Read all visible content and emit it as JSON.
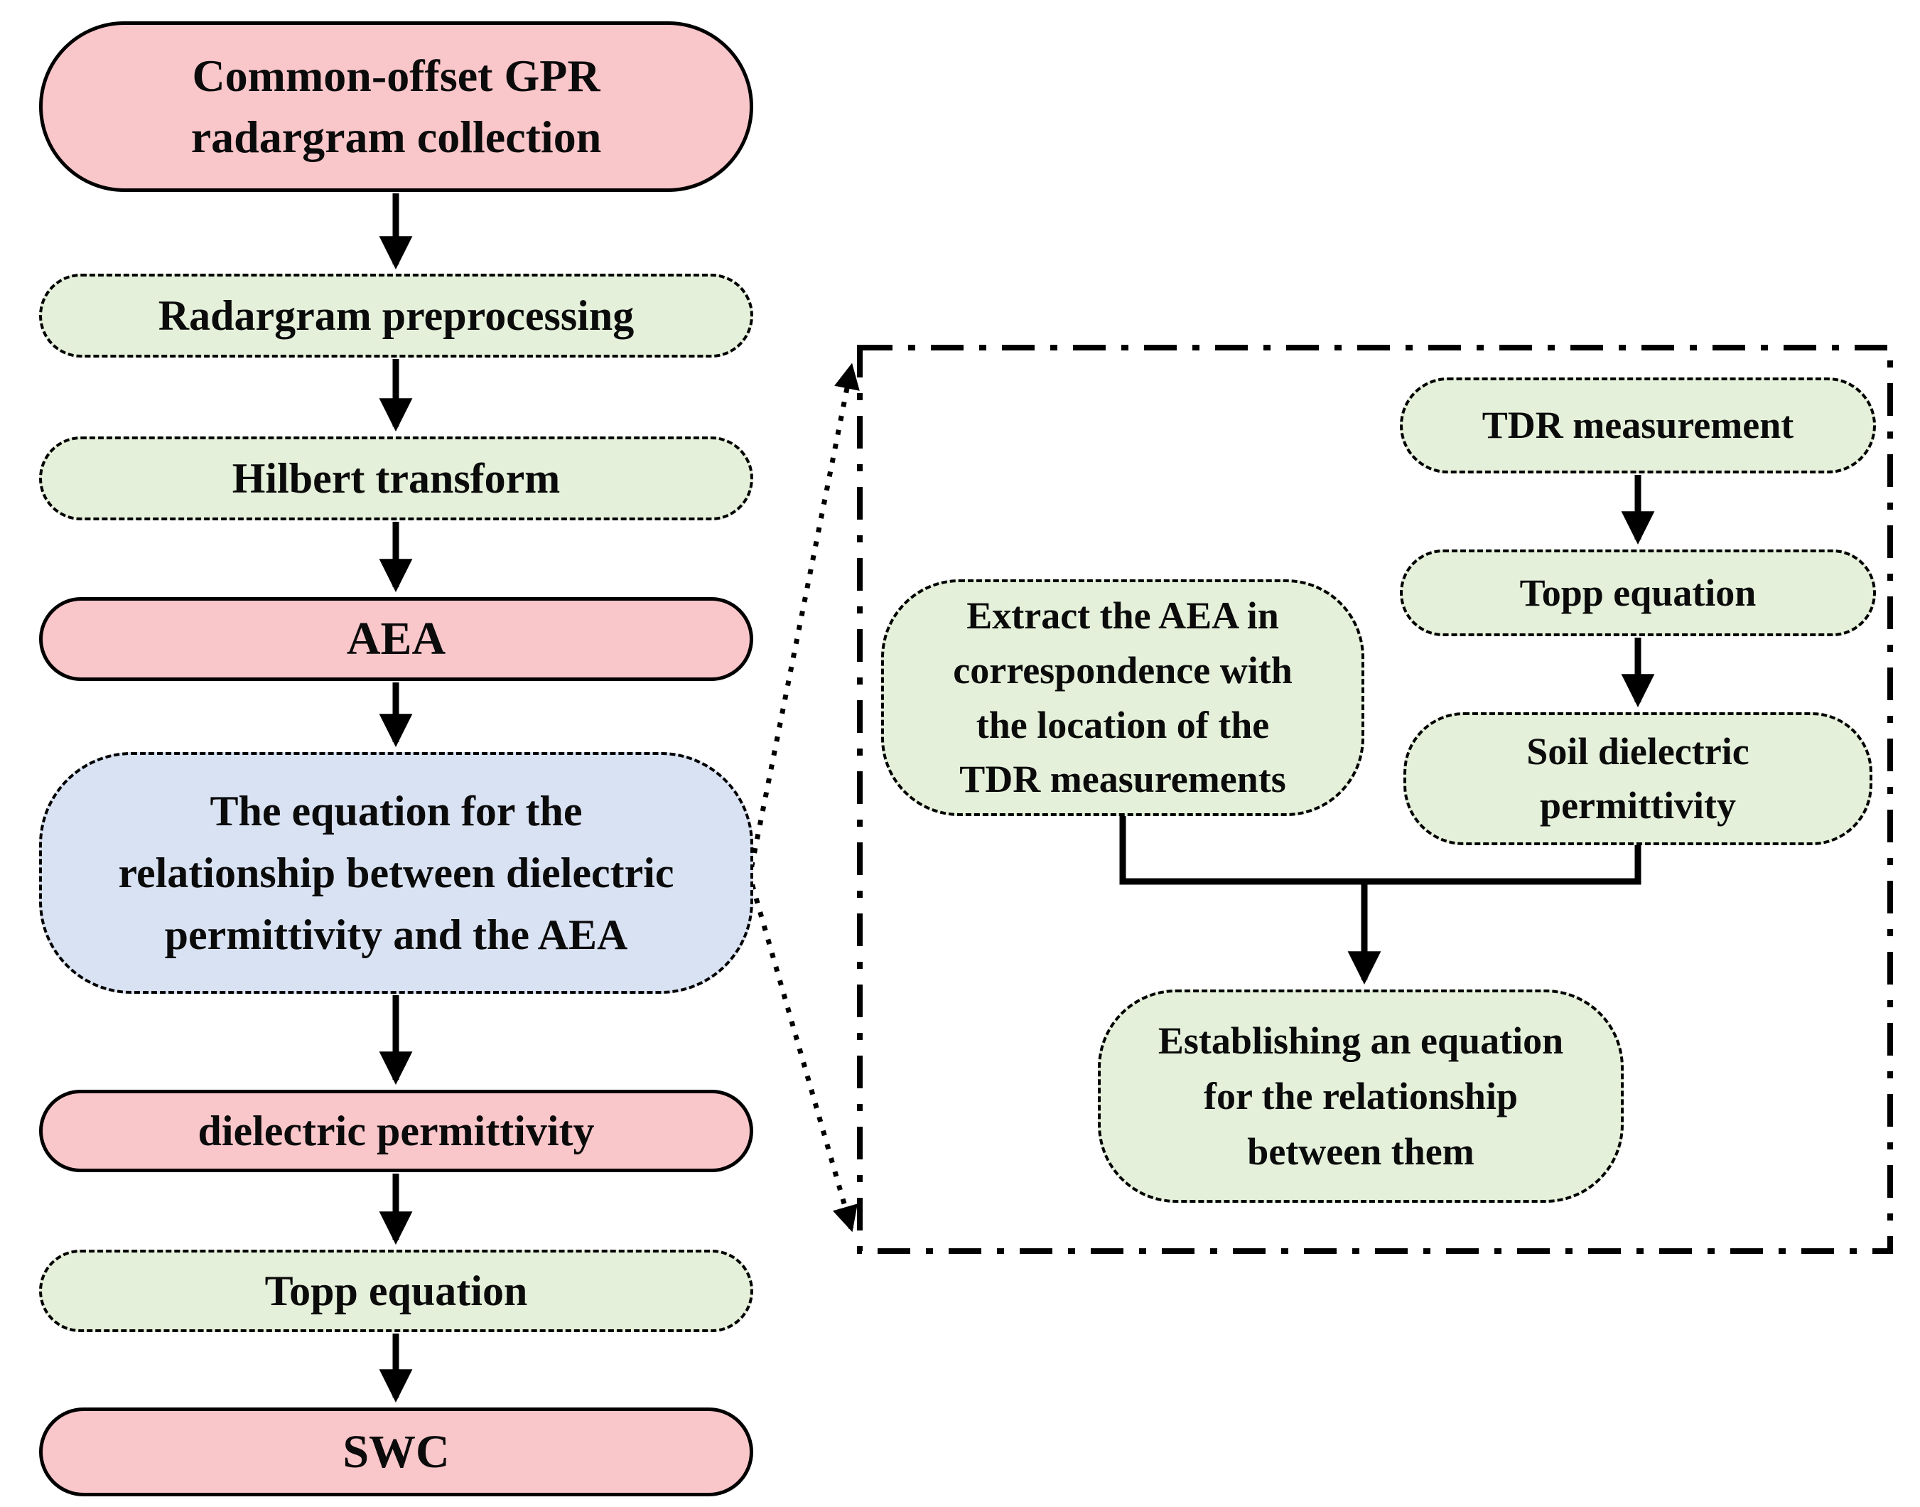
{
  "colors": {
    "pink_fill": "#f9c6ca",
    "green_fill": "#e4f0da",
    "blue_fill": "#d9e2f2",
    "stroke": "#000000",
    "background": "#ffffff"
  },
  "left_flow": {
    "nodes": {
      "gpr_collection": {
        "label": "Common-offset GPR\nradargram collection",
        "style": "pink-solid"
      },
      "radargram_preprocessing": {
        "label": "Radargram preprocessing",
        "style": "green-dashed"
      },
      "hilbert_transform": {
        "label": "Hilbert transform",
        "style": "green-dashed"
      },
      "aea": {
        "label": "AEA",
        "style": "pink-solid"
      },
      "relation_equation": {
        "label": "The equation for the\nrelationship between dielectric\npermittivity and the AEA",
        "style": "blue-dashed"
      },
      "dielectric_permittivity": {
        "label": "dielectric permittivity",
        "style": "pink-solid"
      },
      "topp_equation": {
        "label": "Topp equation",
        "style": "green-dashed"
      },
      "swc": {
        "label": "SWC",
        "style": "pink-solid"
      }
    },
    "edges": [
      "gpr_collection -> radargram_preprocessing",
      "radargram_preprocessing -> hilbert_transform",
      "hilbert_transform -> aea",
      "aea -> relation_equation",
      "relation_equation -> dielectric_permittivity",
      "dielectric_permittivity -> topp_equation",
      "topp_equation -> swc"
    ]
  },
  "detail_panel": {
    "expanded_from": "relation_equation",
    "nodes": {
      "tdr_measurement": {
        "label": "TDR measurement",
        "style": "green-dashed"
      },
      "topp_equation": {
        "label": "Topp equation",
        "style": "green-dashed"
      },
      "soil_permittivity": {
        "label": "Soil dielectric\npermittivity",
        "style": "green-dashed"
      },
      "extract_aea": {
        "label": "Extract the AEA in\ncorrespondence with\nthe location of the\nTDR measurements",
        "style": "green-dashed"
      },
      "establish_equation": {
        "label": "Establishing an equation\nfor the relationship\nbetween them",
        "style": "green-dashed"
      }
    },
    "edges": [
      "tdr_measurement -> topp_equation",
      "topp_equation -> soil_permittivity",
      "soil_permittivity -> establish_equation",
      "extract_aea -> establish_equation"
    ]
  }
}
